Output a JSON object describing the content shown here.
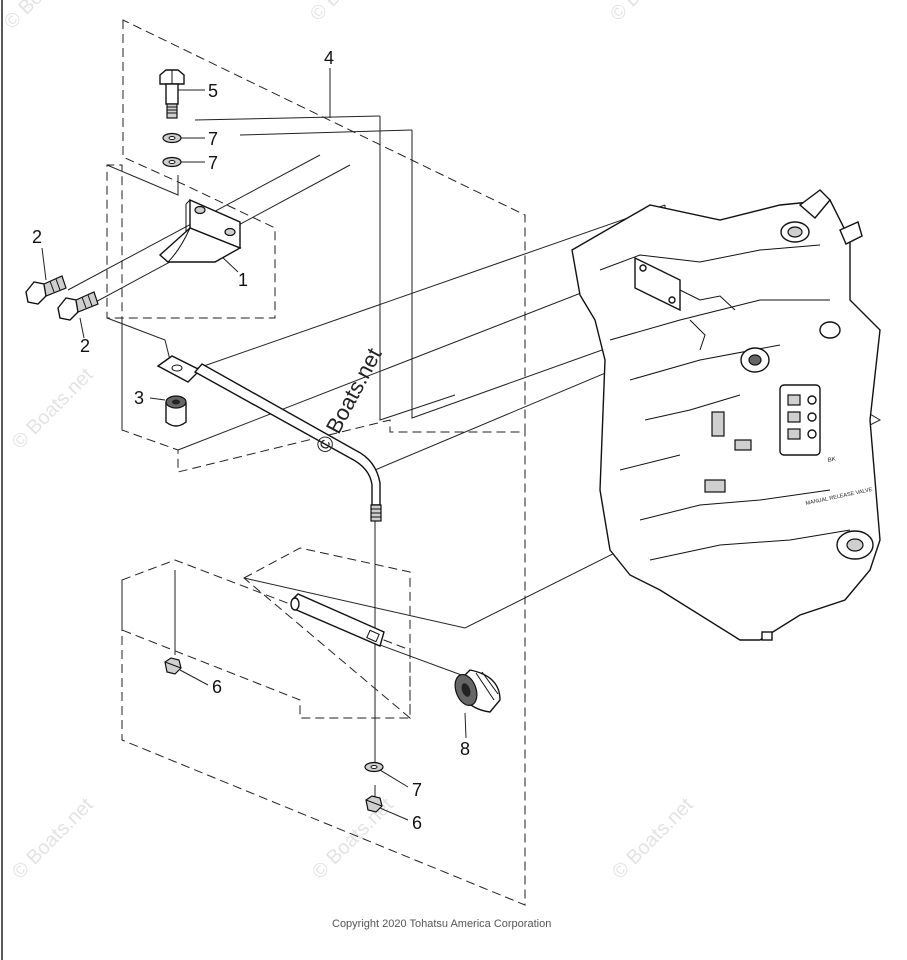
{
  "callouts": [
    {
      "id": "c1",
      "text": "1"
    },
    {
      "id": "c2a",
      "text": "2"
    },
    {
      "id": "c2b",
      "text": "2"
    },
    {
      "id": "c3",
      "text": "3"
    },
    {
      "id": "c4",
      "text": "4"
    },
    {
      "id": "c5",
      "text": "5"
    },
    {
      "id": "c6a",
      "text": "6"
    },
    {
      "id": "c6b",
      "text": "6"
    },
    {
      "id": "c7a",
      "text": "7"
    },
    {
      "id": "c7b",
      "text": "7"
    },
    {
      "id": "c7c",
      "text": "7"
    },
    {
      "id": "c8",
      "text": "8"
    }
  ],
  "copyright": "Copyright 2020 Tohatsu America Corporation",
  "watermark": "© Boats.net",
  "housing_text": {
    "line1": "BK",
    "line2": "MANUAL RELEASE VALVE"
  }
}
